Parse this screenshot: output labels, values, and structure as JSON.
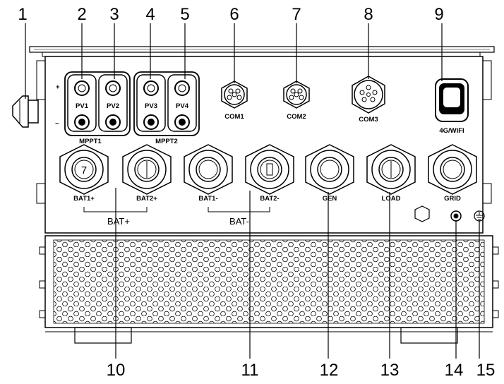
{
  "callouts": [
    "1",
    "2",
    "3",
    "4",
    "5",
    "6",
    "7",
    "8",
    "9",
    "10",
    "11",
    "12",
    "13",
    "14",
    "15"
  ],
  "pv_labels": [
    "PV1",
    "PV2",
    "PV3",
    "PV4"
  ],
  "mppt_labels": [
    "MPPT1",
    "MPPT2"
  ],
  "polarity": {
    "plus": "+",
    "minus": "−"
  },
  "com_labels": [
    "COM1",
    "COM2",
    "COM3",
    "4G/WIFI"
  ],
  "gland_labels": [
    "BAT1+",
    "BAT2+",
    "BAT1-",
    "BAT2-",
    "GEN",
    "LOAD",
    "GRID"
  ],
  "groups": {
    "bat_plus": "BAT+",
    "bat_minus": "BAT-"
  },
  "colors": {
    "line": "#000000",
    "background": "#ffffff"
  }
}
